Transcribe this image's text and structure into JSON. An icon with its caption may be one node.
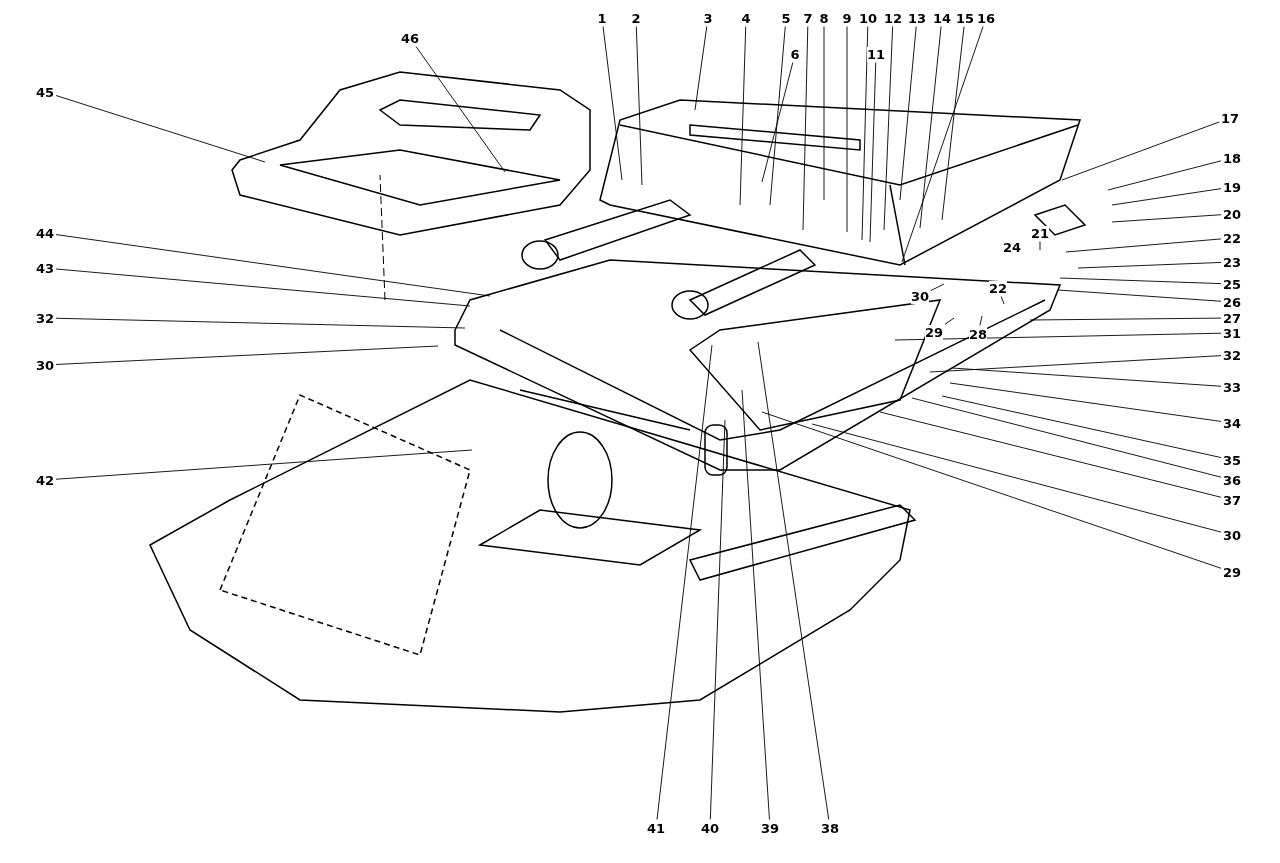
{
  "diagram": {
    "nodes": [
      {
        "text": [
          "1"
        ]
      },
      {
        "text": [
          "2"
        ]
      },
      {
        "text": [
          "3"
        ]
      },
      {
        "text": [
          "4"
        ]
      },
      {
        "text": [
          "5"
        ]
      },
      {
        "text": [
          "6"
        ]
      },
      {
        "text": [
          "7"
        ]
      },
      {
        "text": [
          "8"
        ]
      },
      {
        "text": [
          "9"
        ]
      },
      {
        "text": [
          "10"
        ]
      },
      {
        "text": [
          "11"
        ]
      },
      {
        "text": [
          "12"
        ]
      },
      {
        "text": [
          "13"
        ]
      },
      {
        "text": [
          "14"
        ]
      },
      {
        "text": [
          "15"
        ]
      },
      {
        "text": [
          "16"
        ]
      },
      {
        "text": [
          "17"
        ]
      },
      {
        "text": [
          "18"
        ]
      },
      {
        "text": [
          "19"
        ]
      },
      {
        "text": [
          "20"
        ]
      },
      {
        "text": [
          "22"
        ]
      },
      {
        "text": [
          "23"
        ]
      },
      {
        "text": [
          "25"
        ]
      },
      {
        "text": [
          "26"
        ]
      },
      {
        "text": [
          "27"
        ]
      },
      {
        "text": [
          "31"
        ]
      },
      {
        "text": [
          "32"
        ]
      },
      {
        "text": [
          "33"
        ]
      },
      {
        "text": [
          "34"
        ]
      },
      {
        "text": [
          "35"
        ]
      },
      {
        "text": [
          "36"
        ]
      },
      {
        "text": [
          "37"
        ]
      },
      {
        "text": [
          "30"
        ]
      },
      {
        "text": [
          "29"
        ]
      },
      {
        "text": [
          "21"
        ]
      },
      {
        "text": [
          "30"
        ]
      },
      {
        "text": [
          "29"
        ]
      },
      {
        "text": [
          "28"
        ]
      },
      {
        "text": [
          "22"
        ]
      },
      {
        "text": [
          "45"
        ]
      },
      {
        "text": [
          "46"
        ]
      },
      {
        "text": [
          "44"
        ]
      },
      {
        "text": [
          "43"
        ]
      },
      {
        "text": [
          "32"
        ]
      },
      {
        "text": [
          "30"
        ]
      },
      {
        "text": [
          "42"
        ]
      },
      {
        "text": [
          "41"
        ]
      },
      {
        "text": [
          "40"
        ]
      },
      {
        "text": [
          "39"
        ]
      },
      {
        "text": [
          "38"
        ]
      }
    ],
    "edges": [
      {
        "from": 0,
        "to": null,
        "arrow": "none"
      },
      {
        "from": 1,
        "to": null,
        "arrow": "none"
      },
      {
        "from": 2,
        "to": null,
        "arrow": "none"
      },
      {
        "from": 3,
        "to": null,
        "arrow": "none"
      },
      {
        "from": 4,
        "to": null,
        "arrow": "none"
      },
      {
        "from": 5,
        "to": null,
        "arrow": "none"
      },
      {
        "from": 6,
        "to": null,
        "arrow": "none"
      },
      {
        "from": 7,
        "to": null,
        "arrow": "none"
      },
      {
        "from": 8,
        "to": null,
        "arrow": "none"
      },
      {
        "from": 9,
        "to": null,
        "arrow": "none"
      },
      {
        "from": 10,
        "to": null,
        "arrow": "none"
      },
      {
        "from": 11,
        "to": null,
        "arrow": "none"
      },
      {
        "from": 12,
        "to": null,
        "arrow": "none"
      },
      {
        "from": 13,
        "to": null,
        "arrow": "none"
      },
      {
        "from": 14,
        "to": null,
        "arrow": "none"
      },
      {
        "from": 15,
        "to": null,
        "arrow": "none"
      },
      {
        "from": 16,
        "to": null,
        "arrow": "none"
      },
      {
        "from": 17,
        "to": null,
        "arrow": "none"
      },
      {
        "from": 18,
        "to": null,
        "arrow": "none"
      },
      {
        "from": 19,
        "to": null,
        "arrow": "none"
      },
      {
        "from": 20,
        "to": null,
        "arrow": "none"
      },
      {
        "from": 21,
        "to": null,
        "arrow": "none"
      },
      {
        "from": 22,
        "to": null,
        "arrow": "none"
      },
      {
        "from": 23,
        "to": null,
        "arrow": "none"
      },
      {
        "from": 24,
        "to": null,
        "arrow": "none"
      },
      {
        "from": 25,
        "to": null,
        "arrow": "none"
      },
      {
        "from": 26,
        "to": null,
        "arrow": "none"
      },
      {
        "from": 27,
        "to": null,
        "arrow": "none"
      },
      {
        "from": 28,
        "to": null,
        "arrow": "none"
      },
      {
        "from": 29,
        "to": null,
        "arrow": "none"
      },
      {
        "from": 30,
        "to": null,
        "arrow": "none"
      },
      {
        "from": 31,
        "to": null,
        "arrow": "none"
      },
      {
        "from": 32,
        "to": null,
        "arrow": "none"
      },
      {
        "from": 33,
        "to": null,
        "arrow": "none"
      },
      {
        "from": 34,
        "to": null,
        "arrow": "none"
      },
      {
        "from": 35,
        "to": null,
        "arrow": "none"
      },
      {
        "from": 36,
        "to": null,
        "arrow": "none"
      },
      {
        "from": 37,
        "to": null,
        "arrow": "none"
      },
      {
        "from": 38,
        "to": null,
        "arrow": "none"
      },
      {
        "from": 39,
        "to": null,
        "arrow": "none"
      },
      {
        "from": 40,
        "to": null,
        "arrow": "none"
      },
      {
        "from": 41,
        "to": null,
        "arrow": "none"
      },
      {
        "from": 42,
        "to": null,
        "arrow": "none"
      },
      {
        "from": 43,
        "to": null,
        "arrow": "none"
      },
      {
        "from": 44,
        "to": null,
        "arrow": "none"
      },
      {
        "from": 45,
        "to": null,
        "arrow": "none"
      },
      {
        "from": 46,
        "to": null,
        "arrow": "none"
      },
      {
        "from": 47,
        "to": null,
        "arrow": "none"
      },
      {
        "from": 48,
        "to": null,
        "arrow": "none"
      },
      {
        "from": 49,
        "to": null,
        "arrow": "none"
      }
    ],
    "labels": [
      "24"
    ]
  }
}
